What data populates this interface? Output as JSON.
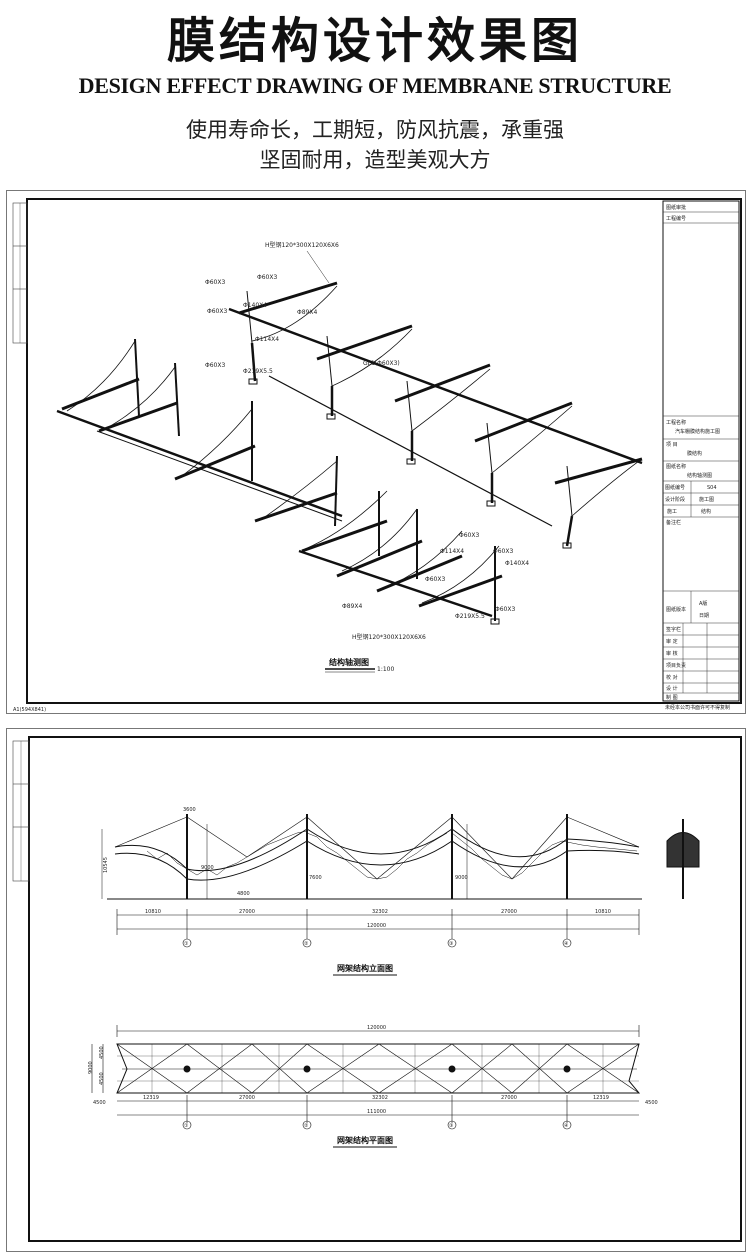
{
  "header": {
    "title": "膜结构设计效果图",
    "subtitle": "DESIGN EFFECT DRAWING OF MEMBRANE STRUCTURE",
    "tagline_line1": "使用寿命长，工期短，防风抗震，承重强",
    "tagline_line2": "坚固耐用，造型美观大方"
  },
  "sheet1": {
    "caption": "结构轴测图",
    "scale": "1:100",
    "corner_note": "A1(594X841)",
    "labels": {
      "h_beam_top": "H型钢120*300X120X6X6",
      "h_beam_bottom": "H型钢120*300X120X6X6",
      "p60x3_a": "Φ60X3",
      "p60x3_b": "Φ60X3",
      "p60x3_c": "Φ60X3",
      "p140x4_a": "Φ140X4",
      "p60x3_d": "Φ60X3",
      "p114x4_a": "Φ114X4",
      "p89x4_a": "Φ89X4",
      "p219_a": "Φ219X5.5",
      "gl1": "GL1(Φ60X3)",
      "p60x3_e": "Φ60X3",
      "p114x4_b": "Φ114X4",
      "p140x4_b": "Φ140X4",
      "p60x3_f": "Φ60X3",
      "p89x4_b": "Φ89X4",
      "p219_b": "Φ219X5.5",
      "p60x3_g": "Φ60X3"
    },
    "title_block": {
      "r1": "图纸审批",
      "r2": "工程编号",
      "r3": "工程名称",
      "r3v": "汽车棚膜结构施工图",
      "r4": "项 目",
      "r4v": "膜结构",
      "r5": "图纸名称",
      "r5v": "结构轴测图",
      "r6": "图纸编号",
      "r6v": "S04",
      "r7": "设计阶段",
      "r7v": "施工图",
      "r8": "施工",
      "r8v": "结构",
      "r9": "备注栏",
      "r10": "图纸版本",
      "r10v": "A版",
      "r11": "日期",
      "s1": "签字栏",
      "s2": "审 定",
      "s3": "审 核",
      "s4": "项目负责",
      "s5": "校 对",
      "s6": "设 计",
      "s7": "制 图",
      "footer": "未经本公司书面许可不得复制"
    }
  },
  "sheet2": {
    "elevation_caption": "网架结构立面图",
    "plan_caption": "网架结构平面图",
    "elevation": {
      "dims_top": [
        "10810",
        "27000",
        "32302",
        "27000",
        "10810"
      ],
      "dim_total": "120000",
      "left_height": "10545",
      "axis_labels": [
        "①",
        "②",
        "③",
        "④"
      ],
      "small_labels": [
        "3600",
        "9000",
        "7600",
        "9000",
        "4800"
      ]
    },
    "plan": {
      "dim_total": "120000",
      "dims_bottom": [
        "4500",
        "12319",
        "27000",
        "32302",
        "27000",
        "12319",
        "4500"
      ],
      "dim_total_bottom": "111000",
      "left_dims": [
        "9000",
        "4500",
        "4500"
      ],
      "axis_labels": [
        "①",
        "②",
        "③",
        "④"
      ]
    }
  },
  "colors": {
    "ink": "#111111",
    "paper": "#ffffff",
    "frame": "#777777"
  }
}
